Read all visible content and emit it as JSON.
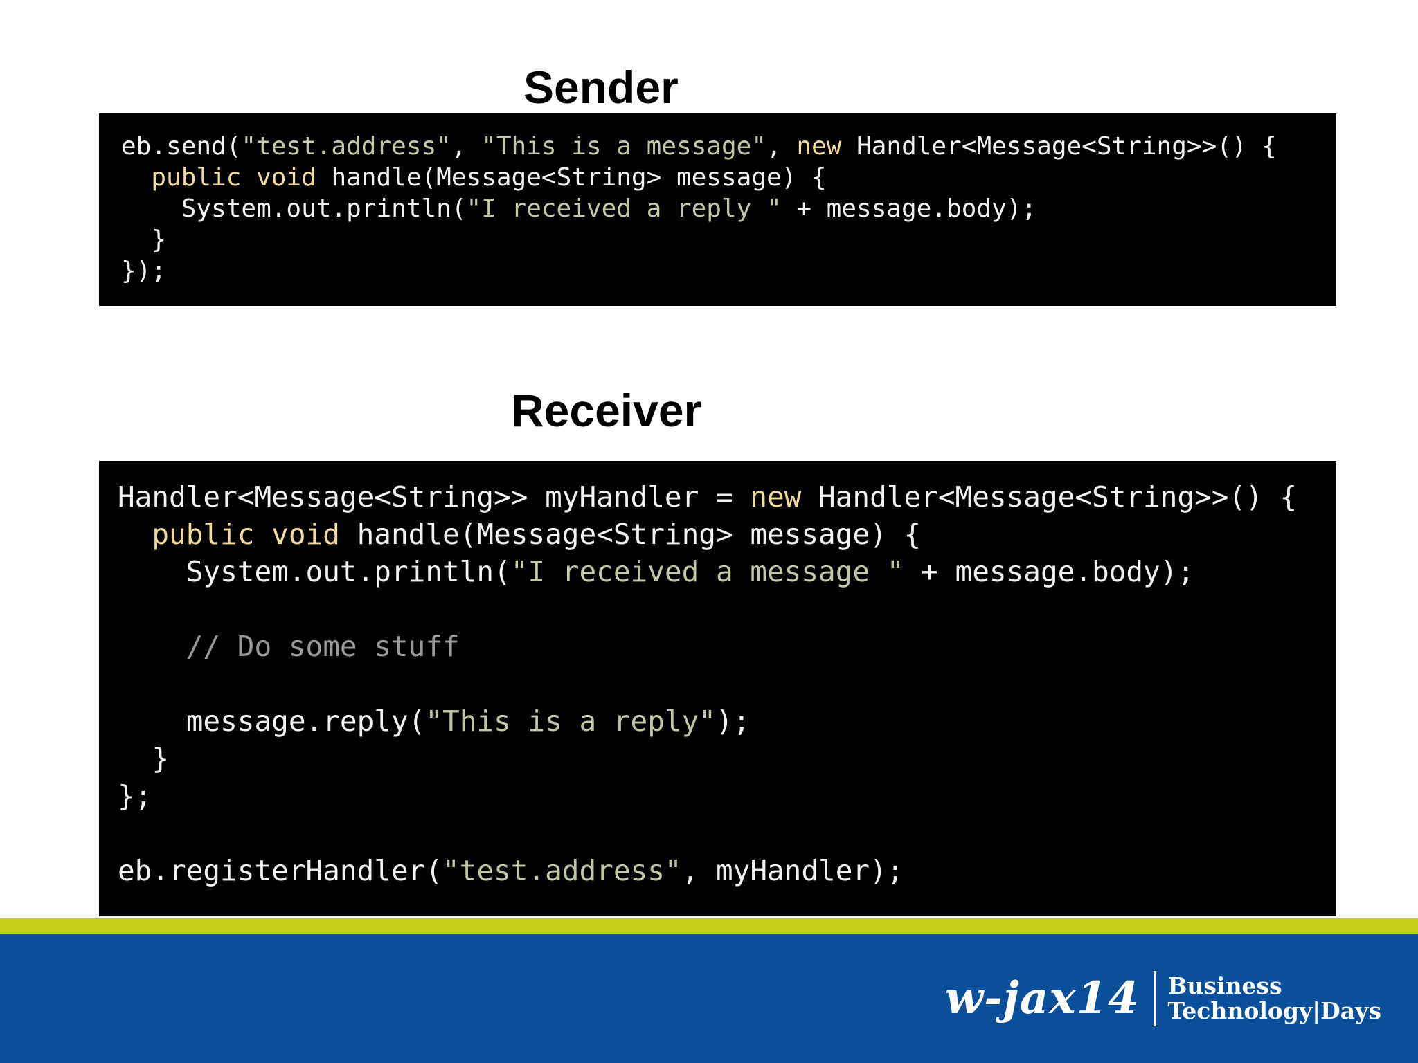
{
  "slide": {
    "sender_title": "Sender",
    "receiver_title": "Receiver"
  },
  "sender_code": [
    [
      [
        "tx",
        "eb.send("
      ],
      [
        "str",
        "\"test.address\""
      ],
      [
        "tx",
        ", "
      ],
      [
        "str",
        "\"This is a message\""
      ],
      [
        "tx",
        ", "
      ],
      [
        "kw",
        "new"
      ],
      [
        "tx",
        " Handler<Message<String>>() {"
      ]
    ],
    [
      [
        "tx",
        "  "
      ],
      [
        "kw",
        "public void"
      ],
      [
        "tx",
        " handle(Message<String> message) {"
      ]
    ],
    [
      [
        "tx",
        "    System.out.println("
      ],
      [
        "str",
        "\"I received a reply \""
      ],
      [
        "tx",
        " + message.body);"
      ]
    ],
    [
      [
        "tx",
        "  }"
      ]
    ],
    [
      [
        "tx",
        "});"
      ]
    ]
  ],
  "receiver_code": [
    [
      [
        "tx",
        "Handler<Message<String>> myHandler = "
      ],
      [
        "kw",
        "new"
      ],
      [
        "tx",
        " Handler<Message<String>>() {"
      ]
    ],
    [
      [
        "tx",
        "  "
      ],
      [
        "kw",
        "public void"
      ],
      [
        "tx",
        " handle(Message<String> message) {"
      ]
    ],
    [
      [
        "tx",
        "    System.out.println("
      ],
      [
        "str",
        "\"I received a message \""
      ],
      [
        "tx",
        " + message.body);"
      ]
    ],
    [],
    [
      [
        "tx",
        "    "
      ],
      [
        "cm",
        "// Do some stuff"
      ]
    ],
    [],
    [
      [
        "tx",
        "    message.reply("
      ],
      [
        "str",
        "\"This is a reply\""
      ],
      [
        "tx",
        ");"
      ]
    ],
    [
      [
        "tx",
        "  }"
      ]
    ],
    [
      [
        "tx",
        "};"
      ]
    ],
    [],
    [
      [
        "tx",
        "eb.registerHandler("
      ],
      [
        "str",
        "\"test.address\""
      ],
      [
        "tx",
        ", myHandler);"
      ]
    ]
  ],
  "footer": {
    "logo_text": "w-jax14",
    "tagline_line1": "Business",
    "tagline_line2": "Technology|Days"
  },
  "colors": {
    "code_background": "#000000",
    "code_string": "#bfc9a4",
    "code_keyword": "#f1dc9c",
    "code_comment": "#9a9a9a",
    "accent_bar": "#c3cf1b",
    "footer_background": "#0a4f9a"
  }
}
